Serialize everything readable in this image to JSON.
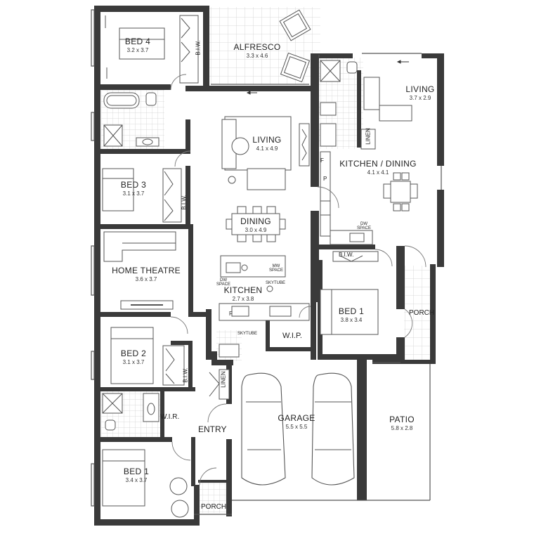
{
  "rooms": {
    "bed4": {
      "name": "BED 4",
      "dims": "3.2 x 3.7"
    },
    "alfresco": {
      "name": "ALFRESCO",
      "dims": "3.3 x 4.6"
    },
    "living_main": {
      "name": "LIVING",
      "dims": "4.1 x 4.9"
    },
    "living_right": {
      "name": "LIVING",
      "dims": "3.7 x 2.9"
    },
    "kitchen_dining_right": {
      "name": "KITCHEN / DINING",
      "dims": "4.1 x 4.1"
    },
    "bed3": {
      "name": "BED 3",
      "dims": "3.1 x 3.7"
    },
    "dining": {
      "name": "DINING",
      "dims": "3.0 x 4.9"
    },
    "home_theatre": {
      "name": "HOME THEATRE",
      "dims": "3.6 x 3.7"
    },
    "kitchen": {
      "name": "KITCHEN",
      "dims": "2.7 x 3.8"
    },
    "bed1_right": {
      "name": "BED 1",
      "dims": "3.8 x 3.4"
    },
    "bed2": {
      "name": "BED 2",
      "dims": "3.1 x 3.7"
    },
    "garage": {
      "name": "GARAGE",
      "dims": "5.5 x 5.5"
    },
    "patio": {
      "name": "PATIO",
      "dims": "5.8 x 2.8"
    },
    "bed1_left": {
      "name": "BED 1",
      "dims": "3.4 x 3.7"
    }
  },
  "labels": {
    "biw": "B.I.W.",
    "linen": "LINEN",
    "wip": "W.I.P.",
    "wir": "W.I.R.",
    "entry": "ENTRY",
    "porch": "PORCH",
    "skytube": "SKYTUBE",
    "dw_line1": "DW",
    "dw_line2": "SPACE",
    "mw_line1": "MW",
    "mw_line2": "SPACE",
    "fridge": "F",
    "pantry": "P"
  },
  "colors": {
    "wall": "#3a3a3a",
    "grid": "#c8c8c8",
    "fixture": "#555555"
  }
}
